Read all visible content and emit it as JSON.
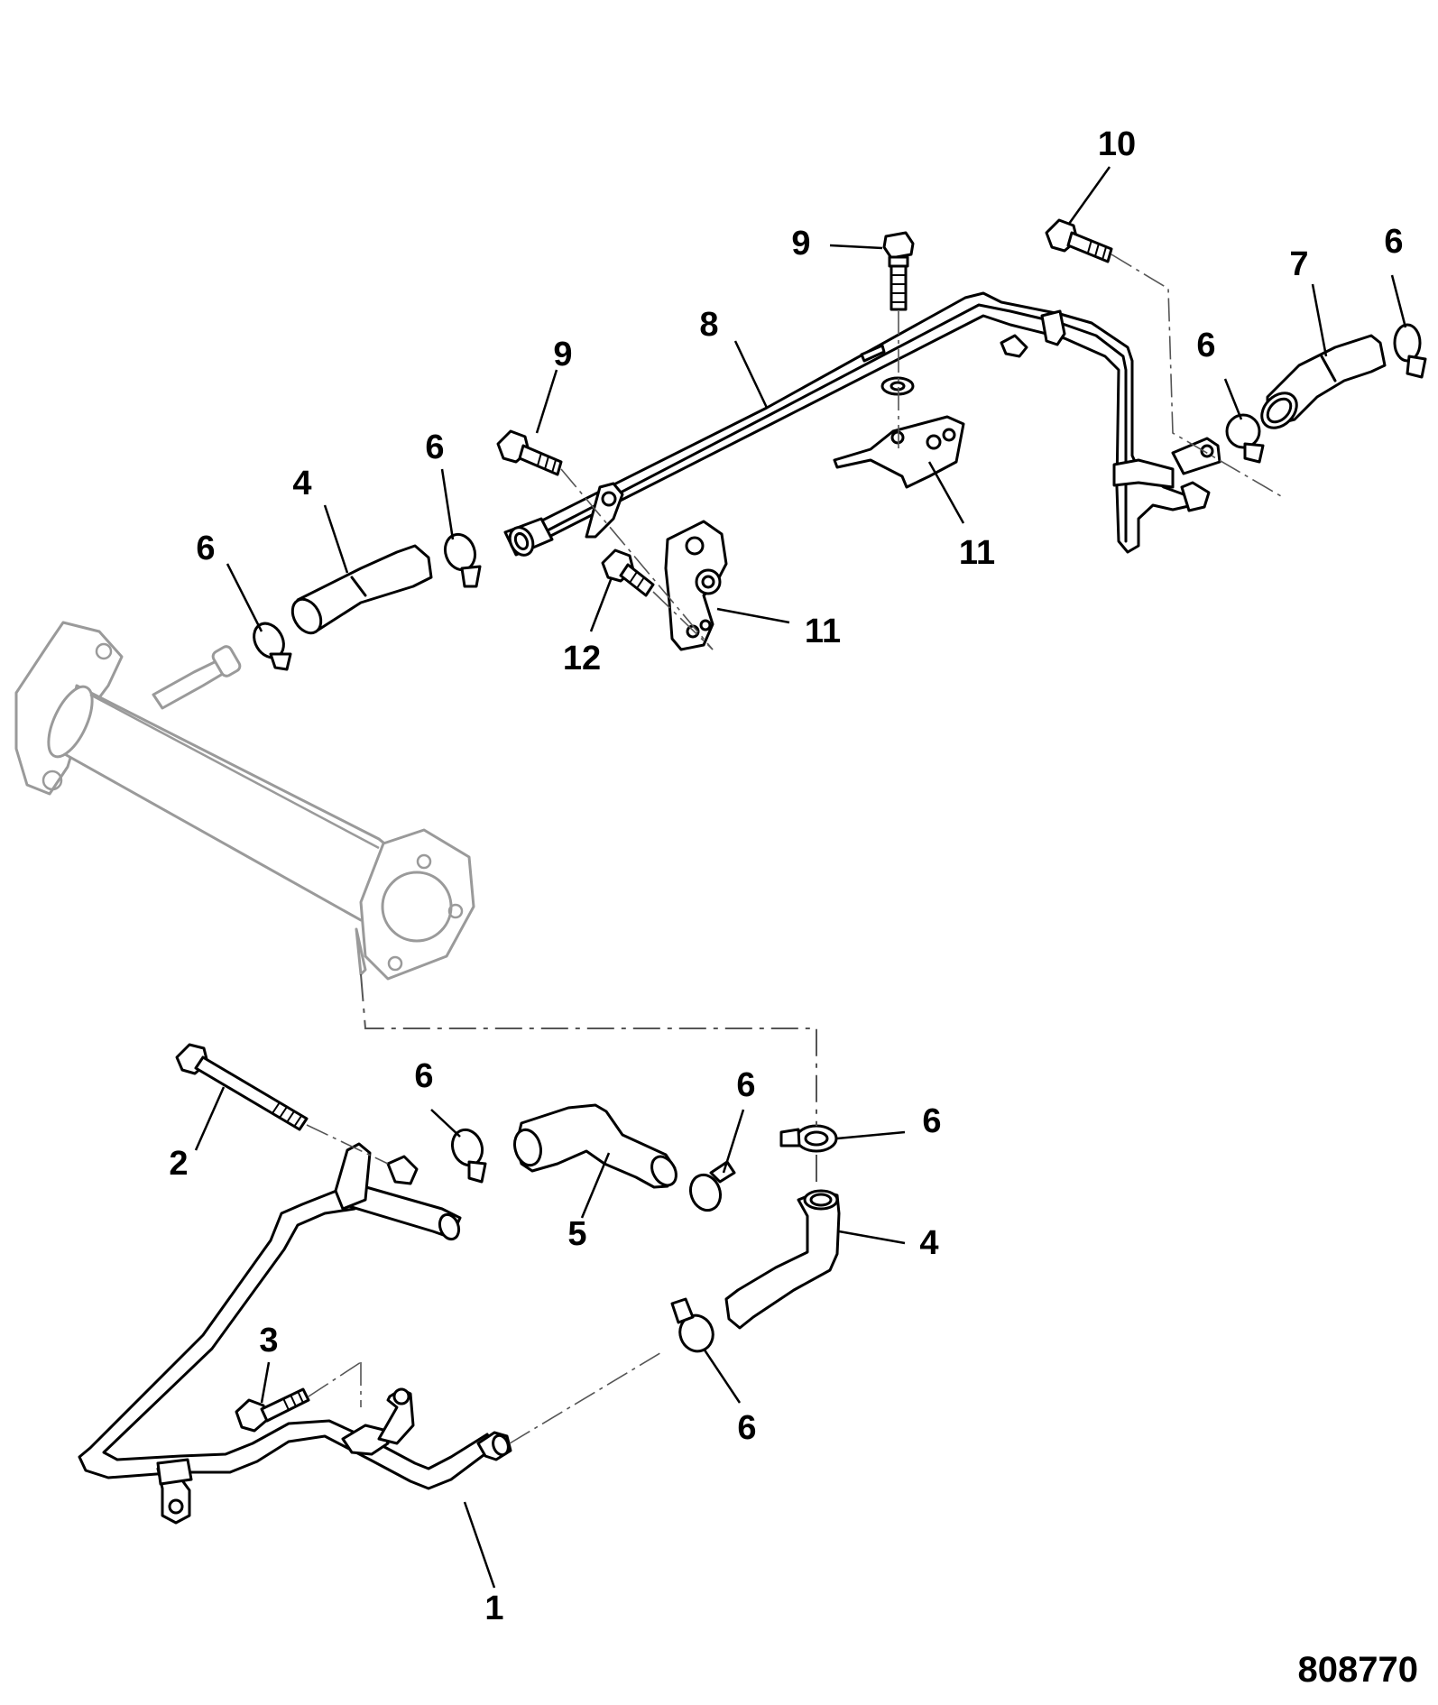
{
  "diagram": {
    "reference_number": "808770",
    "callouts": {
      "c1": "1",
      "c2": "2",
      "c3": "3",
      "c4a": "4",
      "c4b": "4",
      "c5": "5",
      "c6a": "6",
      "c6b": "6",
      "c6c": "6",
      "c6d": "6",
      "c6e": "6",
      "c6f": "6",
      "c6g": "6",
      "c6h": "6",
      "c7": "7",
      "c8": "8",
      "c9a": "9",
      "c9b": "9",
      "c10": "10",
      "c11a": "11",
      "c11b": "11",
      "c12": "12"
    }
  }
}
